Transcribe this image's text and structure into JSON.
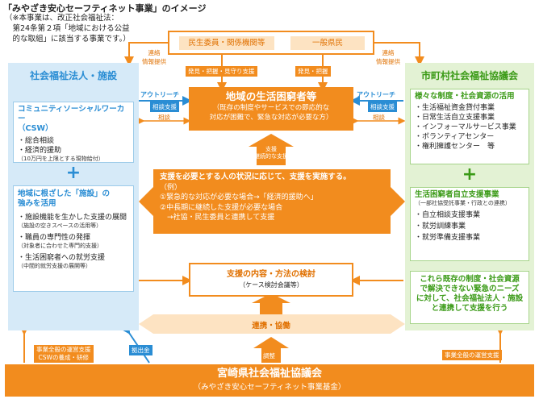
{
  "header": {
    "title": "「みやざき安心セーフティネット事業」のイメージ",
    "note_line1": "（※本事業は、改正社会福祉法：",
    "note_line2": "　第24条第２項「地域における公益",
    "note_line3": "　的な取組」に該当する事業です。）"
  },
  "top": {
    "left_label": "民生委員・関係機関等",
    "right_label": "一般県民"
  },
  "left": {
    "heading": "社会福祉法人・施設",
    "box1_title_1": "コミュニティソーシャルワーカー",
    "box1_title_2": "（CSW）",
    "box1_item1": "・総合相談",
    "box1_item2": "・経済的援助",
    "box1_item2_sub": "（10万円を上限とする現物給付）",
    "box2_title_1": "地域に根ざした「施設」の",
    "box2_title_2": "強みを活用",
    "box2_item1": "・施設機能を生かした支援の展開",
    "box2_item1_sub": "（施設の空きスペースの活用等）",
    "box2_item2": "・職員の専門性の発揮",
    "box2_item2_sub": "（対象者に合わせた専門的支援）",
    "box2_item3": "・生活困窮者への就労支援",
    "box2_item3_sub": "（中間的就労支援の展開等）",
    "plus": "+"
  },
  "right": {
    "heading": "市町村社会福祉協議会",
    "box1_title": "様々な制度・社会資源の活用",
    "box1_items": [
      "・生活福祉資金貸付事業",
      "・日常生活自立支援事業",
      "・インフォーマルサービス事業",
      "・ボランティアセンター",
      "・権利擁護センター　等"
    ],
    "box2_title": "生活困窮者自立支援事業",
    "box2_sub": "（一部社協受託事業・行政との連携）",
    "box2_items": [
      "・自立相談支援事業",
      "・就労訓練事業",
      "・就労準備支援事業"
    ],
    "box3_lines": [
      "これら既存の制度・社会資源",
      "で解決できない緊急のニーズ",
      "に対して、社会福祉法人・施設",
      "と連携して支援を行う"
    ],
    "plus": "+"
  },
  "center": {
    "main_title": "地域の生活困窮者等",
    "main_sub1": "（既存の制度やサービスでの即応的な",
    "main_sub2": "対応が困難で、緊急な対応が必要な方）",
    "support_lines": [
      "支援を必要とする人の状況に応じて、支援を実施する。",
      "（例）",
      "①緊急的な対応が必要な場合→「経済的援助へ」",
      "②中長期に継続した支援が必要な場合",
      "　→社協・民生委員と連携して支援"
    ],
    "review_title": "支援の内容・方法の検討",
    "review_sub": "（ケース検討会議等）",
    "collab": "連携・協働"
  },
  "labels": {
    "renraku_left_1": "連絡",
    "renraku_left_2": "情報提供",
    "renraku_right_1": "連絡",
    "renraku_right_2": "情報提供",
    "hakken_left": "発見・把握・見守り支援",
    "hakken_right": "発見・把握",
    "outreach_left": "アウトリーチ",
    "outreach_left_sub": "相談支援",
    "outreach_right": "アウトリーチ",
    "outreach_right_sub": "相談支援",
    "soudan_left": "相談",
    "soudan_right": "相談",
    "shien_1": "支援",
    "shien_2": "継続的な支援",
    "jigyou_left_1": "事業全般の運営支援",
    "jigyou_left_2": "CSWの養成・研修",
    "kyoshutsu": "拠出金",
    "chousei": "調整",
    "jigyou_right": "事業全般の運営支援"
  },
  "bottom": {
    "title": "宮崎県社会福祉協議会",
    "sub": "（みやざき安心セーフティネット事業基金）"
  },
  "colors": {
    "orange": "#f28c1e",
    "blue": "#2a8dd4",
    "green": "#3a9a16",
    "left_bg": "#d6eaf8",
    "right_bg": "#e3f2d4"
  }
}
